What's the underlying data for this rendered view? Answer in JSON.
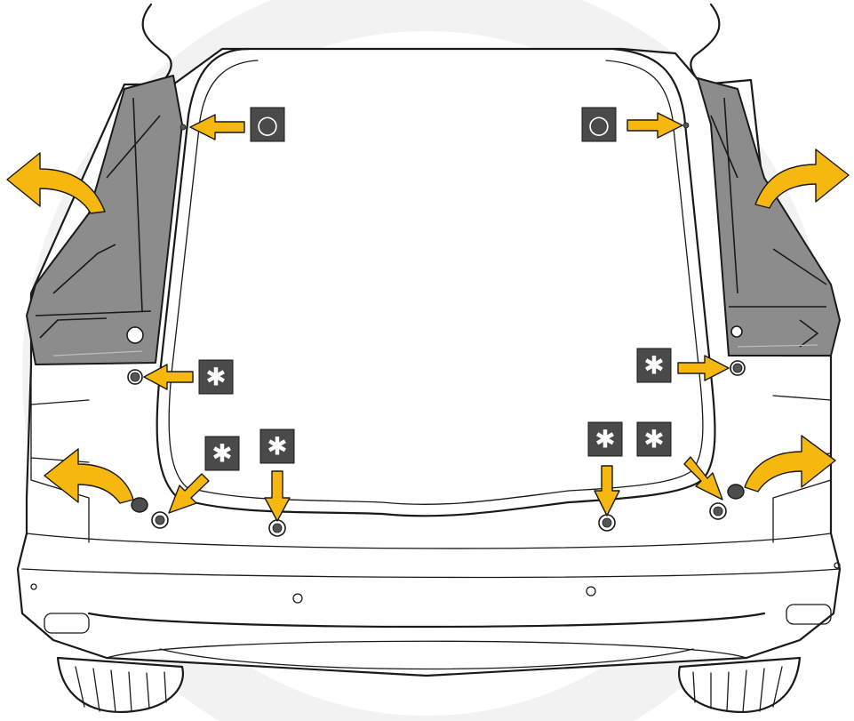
{
  "diagram": {
    "subject": "vehicle-rear-tailgate-opening",
    "colors": {
      "arrow": "#f6b80f",
      "lamp": "#8c8c8c",
      "badge": "#4a4a4a",
      "outline": "#1a1a1a",
      "watermark": "#f0f0f0"
    },
    "legend_symbols": {
      "circle": "○",
      "asterisk": "✱"
    },
    "badges": [
      {
        "id": "left-upper-circle",
        "symbol": "circle"
      },
      {
        "id": "right-upper-circle",
        "symbol": "circle"
      },
      {
        "id": "left-mid-asterisk",
        "symbol": "asterisk"
      },
      {
        "id": "right-mid-asterisk",
        "symbol": "asterisk"
      },
      {
        "id": "left-low-asterisk-a",
        "symbol": "asterisk"
      },
      {
        "id": "left-low-asterisk-b",
        "symbol": "asterisk"
      },
      {
        "id": "right-low-asterisk-a",
        "symbol": "asterisk"
      },
      {
        "id": "right-low-asterisk-b",
        "symbol": "asterisk"
      }
    ],
    "icons": [
      "curved-arrow-icon",
      "straight-arrow-icon",
      "circle-badge-icon",
      "asterisk-badge-icon",
      "screw-icon",
      "clip-icon"
    ]
  }
}
